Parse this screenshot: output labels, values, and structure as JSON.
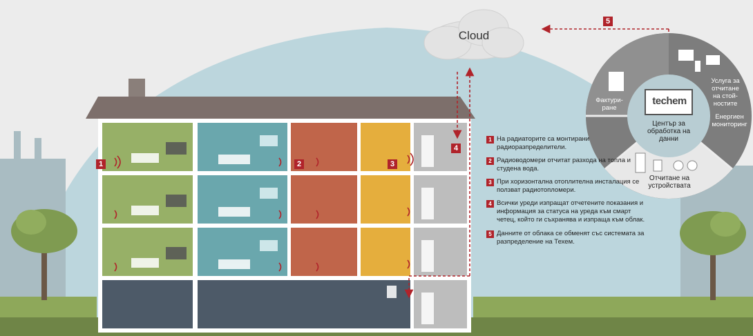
{
  "cloud": {
    "label": "Cloud"
  },
  "badges": {
    "b1": "1",
    "b2": "2",
    "b3": "3",
    "b4": "4",
    "b5": "5"
  },
  "legend": [
    {
      "num": "1",
      "text": "На радиаторите са монтирани радиоразпределители."
    },
    {
      "num": "2",
      "text": "Радиоводомери отчитат разхода на топла и студена вода."
    },
    {
      "num": "3",
      "text": "При хоризонтална отоплителна инсталация се ползват радиотопломери."
    },
    {
      "num": "4",
      "text": "Всички уреди изпращат отчетените показания и информация за статуса на уреда към смарт четец, който ги съхранява и изпраща към облак."
    },
    {
      "num": "5",
      "text": "Данните от облака се обменят със системата за разпределение на Техем."
    }
  ],
  "ring": {
    "logo": "techem",
    "center": "Център за обработка на данни",
    "billing": "Фактури-\nране",
    "service": "Услуга за\nотчитане\nна стой-\nностите",
    "energy": "Енергиен\nмониторинг",
    "reading": "Отчитане на\nустройствата"
  },
  "colors": {
    "accent": "#b0232a",
    "sky": "#bcd6dd",
    "ring": "#7d7d7d",
    "grass": "#8ea85a"
  }
}
